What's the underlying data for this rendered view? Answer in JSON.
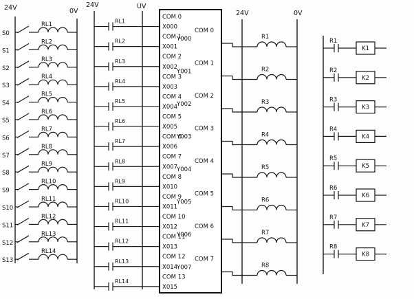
{
  "rails": {
    "section_a_supply": "24V",
    "section_a_return": "0V",
    "section_b_supply": "24V",
    "section_b_return": "UV",
    "section_c_supply": "24V",
    "section_c_return": "0V"
  },
  "input_switch_rows": [
    {
      "switch": "S0",
      "coil": "RL1"
    },
    {
      "switch": "S1",
      "coil": "RL2"
    },
    {
      "switch": "S2",
      "coil": "RL3"
    },
    {
      "switch": "S3",
      "coil": "RL4"
    },
    {
      "switch": "S4",
      "coil": "RL5"
    },
    {
      "switch": "S5",
      "coil": "RL6"
    },
    {
      "switch": "S6",
      "coil": "RL7"
    },
    {
      "switch": "S7",
      "coil": "RL8"
    },
    {
      "switch": "S8",
      "coil": "RL9"
    },
    {
      "switch": "S9",
      "coil": "RL10"
    },
    {
      "switch": "S10",
      "coil": "RL11"
    },
    {
      "switch": "S11",
      "coil": "RL12"
    },
    {
      "switch": "S12",
      "coil": "RL13"
    },
    {
      "switch": "S13",
      "coil": "RL14"
    }
  ],
  "plc_input_rows": [
    {
      "contact": "RL1",
      "com": "COM 0",
      "input": "X000"
    },
    {
      "contact": "RL2",
      "com": "COM 1",
      "input": "X001"
    },
    {
      "contact": "RL3",
      "com": "COM 2",
      "input": "X002"
    },
    {
      "contact": "RL4",
      "com": "COM 3",
      "input": "X003"
    },
    {
      "contact": "RL5",
      "com": "COM 4",
      "input": "X004"
    },
    {
      "contact": "RL6",
      "com": "COM 5",
      "input": "X005"
    },
    {
      "contact": "RL7",
      "com": "COM 6",
      "input": "X006"
    },
    {
      "contact": "RL8",
      "com": "COM 7",
      "input": "X007"
    },
    {
      "contact": "RL9",
      "com": "COM 8",
      "input": "X010"
    },
    {
      "contact": "RL10",
      "com": "COM 9",
      "input": "X011"
    },
    {
      "contact": "RL11",
      "com": "COM 10",
      "input": "X012"
    },
    {
      "contact": "RL12",
      "com": "COM 11",
      "input": "X013"
    },
    {
      "contact": "RL13",
      "com": "COM 12",
      "input": "X014"
    },
    {
      "contact": "RL14",
      "com": "COM 13",
      "input": "X015"
    }
  ],
  "plc_output_rows": [
    {
      "com": "COM 0",
      "output": "Y000",
      "coil": "R1"
    },
    {
      "com": "COM 1",
      "output": "Y001",
      "coil": "R2"
    },
    {
      "com": "COM 2",
      "output": "Y002",
      "coil": "R3"
    },
    {
      "com": "COM 3",
      "output": "Y003",
      "coil": "R4"
    },
    {
      "com": "COM 4",
      "output": "Y004",
      "coil": "R5"
    },
    {
      "com": "COM 5",
      "output": "Y005",
      "coil": "R6"
    },
    {
      "com": "COM 6",
      "output": "Y006",
      "coil": "R7"
    },
    {
      "com": "COM 7",
      "output": "Y007",
      "coil": "R8"
    }
  ],
  "output_contact_rows": [
    {
      "contact": "R1",
      "box": "K1"
    },
    {
      "contact": "R2",
      "box": "K2"
    },
    {
      "contact": "R3",
      "box": "K3"
    },
    {
      "contact": "R4",
      "box": "K4"
    },
    {
      "contact": "R5",
      "box": "K5"
    },
    {
      "contact": "R6",
      "box": "K6"
    },
    {
      "contact": "R7",
      "box": "K7"
    },
    {
      "contact": "R8",
      "box": "K8"
    }
  ]
}
